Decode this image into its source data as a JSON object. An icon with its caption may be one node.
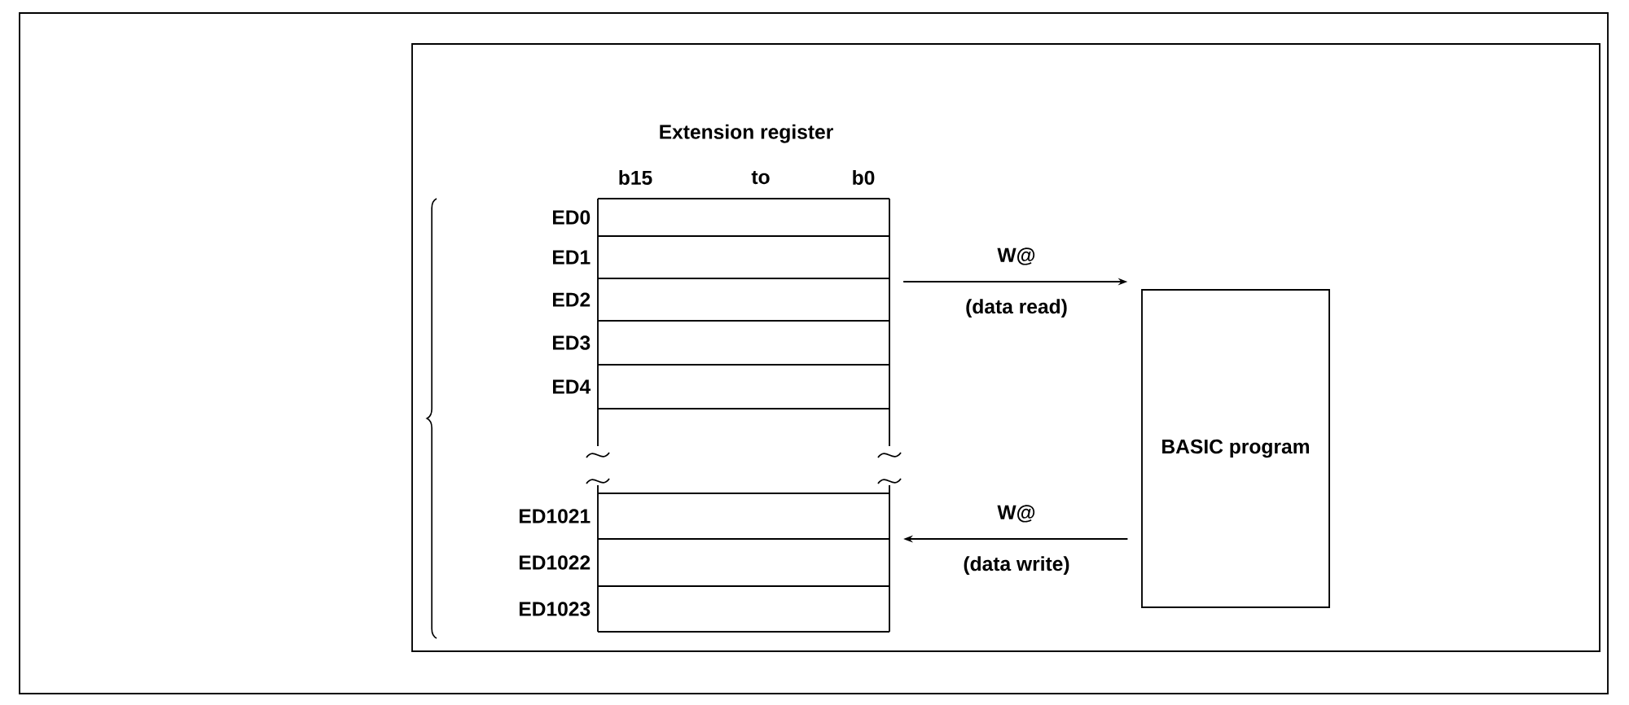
{
  "diagram": {
    "nodes": [
      {
        "text": [],
        "shape": "box"
      },
      {
        "text": [
          "Extension register"
        ],
        "in": 0
      },
      {
        "text": [
          "BASIC program"
        ],
        "in": 0
      }
    ],
    "edges": [
      {
        "from": 1,
        "to": 2,
        "arrow": "to",
        "label": "W@ (data read)"
      },
      {
        "from": 2,
        "to": 1,
        "arrow": "to",
        "label": "W@ (data write)"
      }
    ],
    "labels": [
      "b15",
      "to",
      "b0",
      "ED0",
      "ED1",
      "ED2",
      "ED3",
      "ED4",
      "ED1021",
      "ED1022",
      "ED1023"
    ]
  }
}
